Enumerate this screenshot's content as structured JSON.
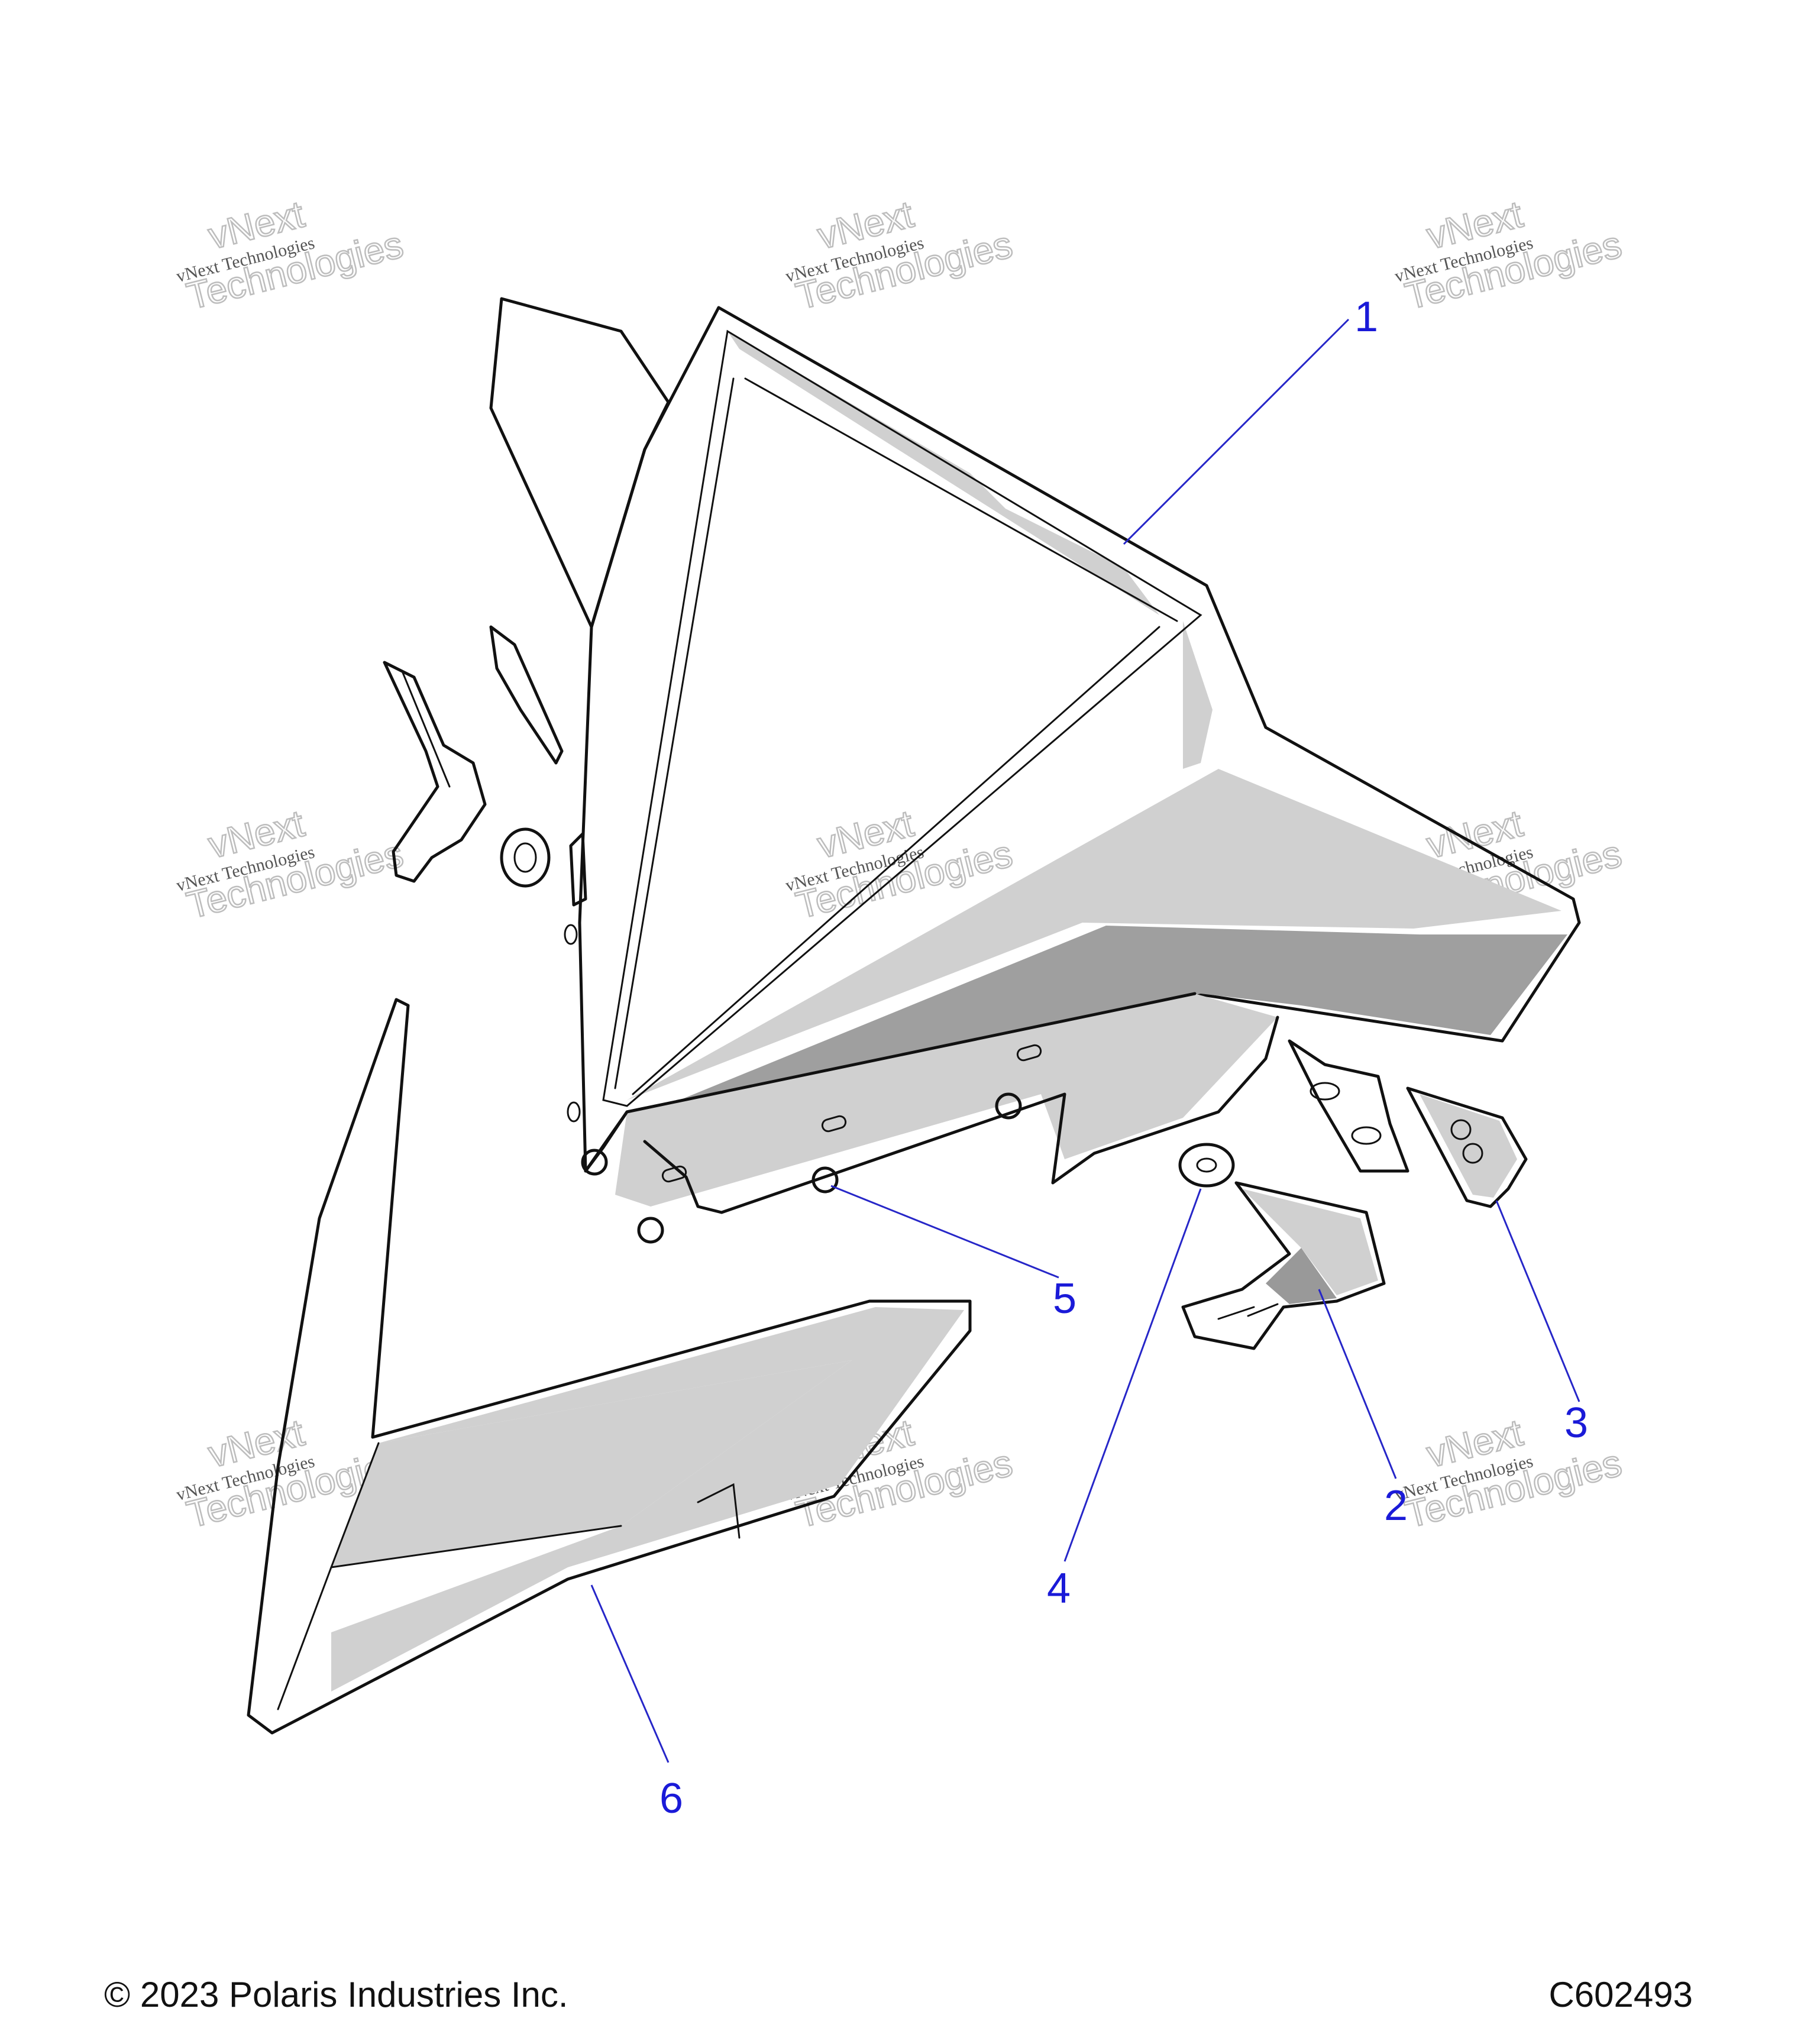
{
  "watermark": {
    "line1": "vNext",
    "line2": "vNext Technologies",
    "line3": "Technologies"
  },
  "callouts": [
    "1",
    "2",
    "3",
    "4",
    "5",
    "6"
  ],
  "footer": {
    "copyright": "© 2023 Polaris Industries Inc.",
    "figure_code": "C602493"
  },
  "colors": {
    "callout": "#1a1ad8",
    "shading": "#d0d0d0",
    "dark_shading": "#999999"
  }
}
